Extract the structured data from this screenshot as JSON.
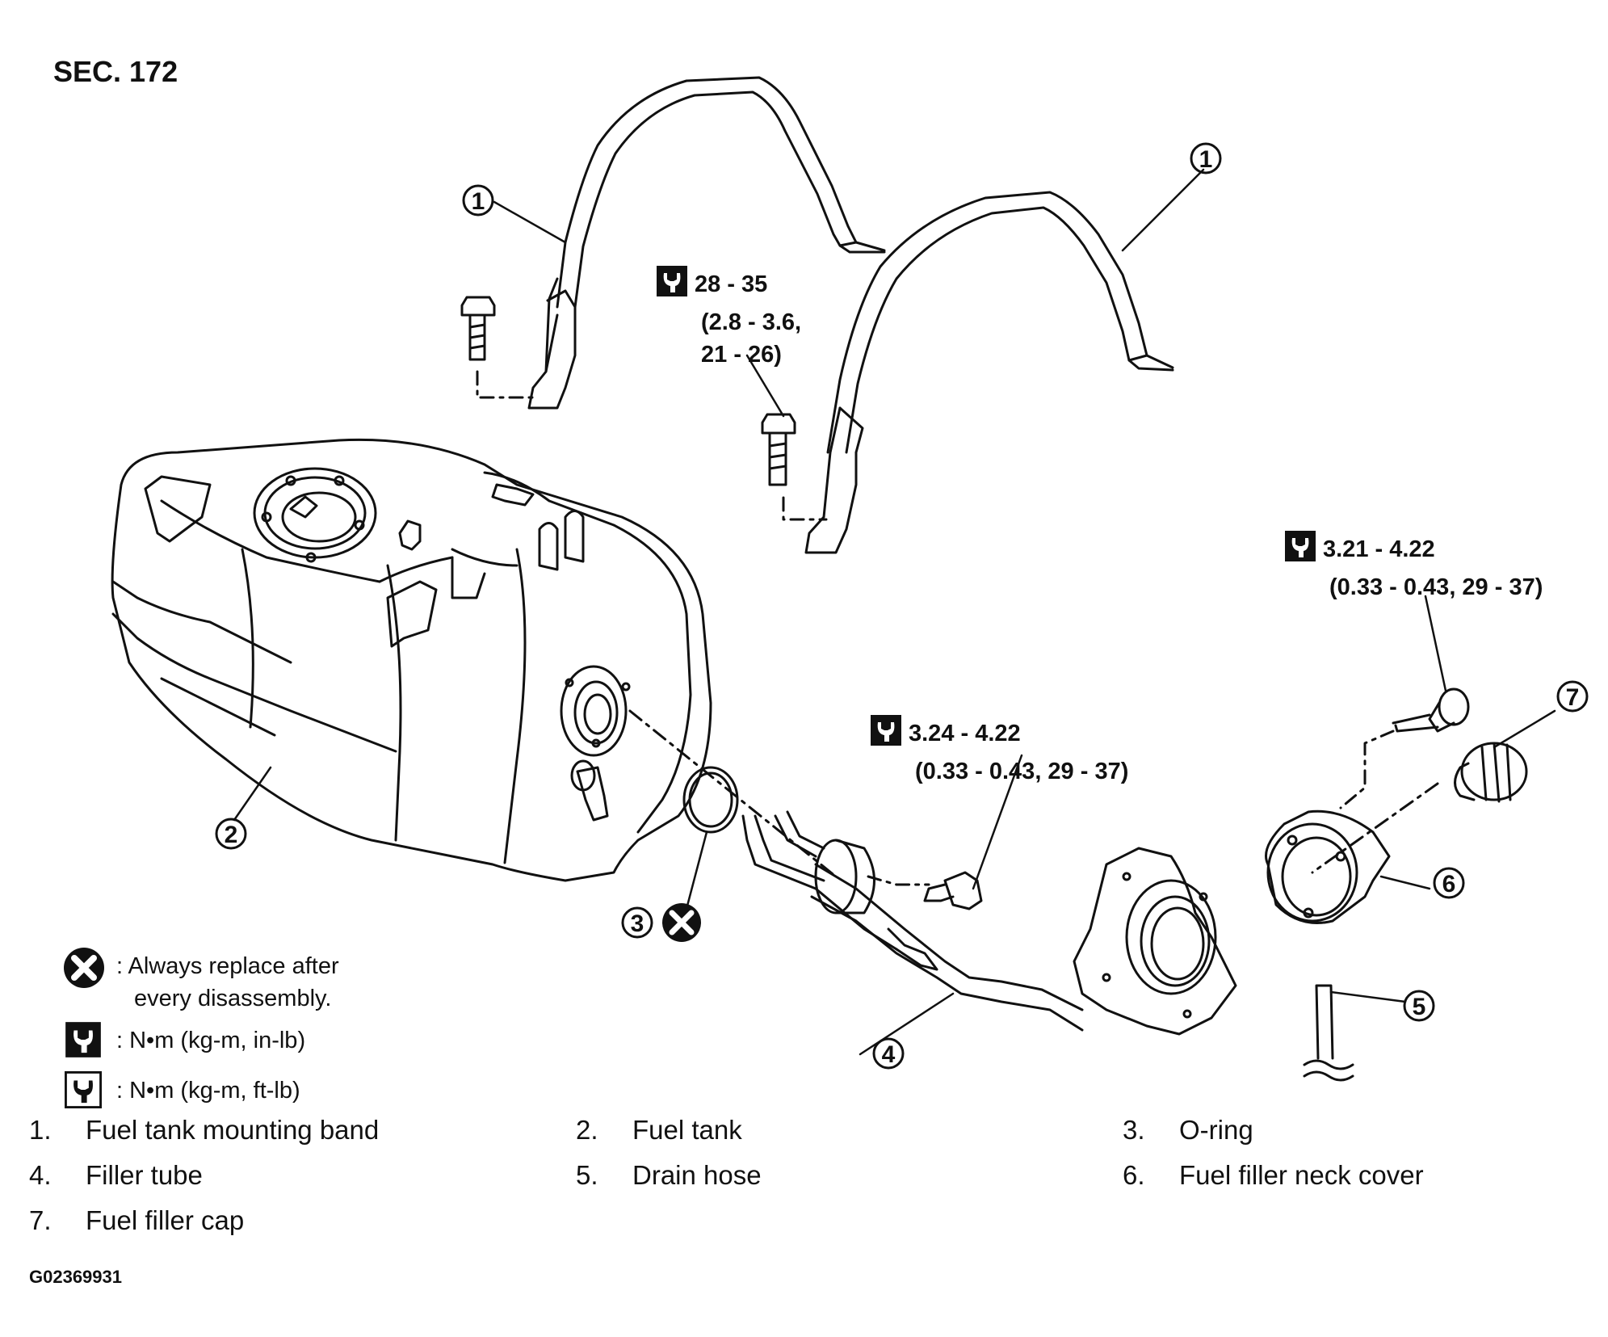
{
  "section_label": "SEC. 172",
  "callouts": [
    "1",
    "2",
    "3",
    "4",
    "5",
    "6",
    "7"
  ],
  "torque_specs": [
    {
      "line1": "28 - 35",
      "line2": "(2.8 - 3.6,",
      "line3": "21 - 26)"
    },
    {
      "line1": "3.21 - 4.22",
      "line2": "(0.33 - 0.43, 29 - 37)"
    },
    {
      "line1": "3.24 - 4.22",
      "line2": "(0.33 - 0.43, 29 - 37)"
    }
  ],
  "legend": {
    "replace_line1": ": Always replace after",
    "replace_line2": "every disassembly.",
    "inlb": ": N•m  (kg-m,  in-lb)",
    "ftlb": ": N•m  (kg-m,  ft-lb)"
  },
  "parts": [
    {
      "num": "1.",
      "name": "Fuel tank mounting band"
    },
    {
      "num": "2.",
      "name": "Fuel tank"
    },
    {
      "num": "3.",
      "name": "O-ring"
    },
    {
      "num": "4.",
      "name": "Filler tube"
    },
    {
      "num": "5.",
      "name": "Drain hose"
    },
    {
      "num": "6.",
      "name": "Fuel filler neck cover"
    },
    {
      "num": "7.",
      "name": "Fuel filler cap"
    }
  ],
  "figure_code": "G02369931"
}
